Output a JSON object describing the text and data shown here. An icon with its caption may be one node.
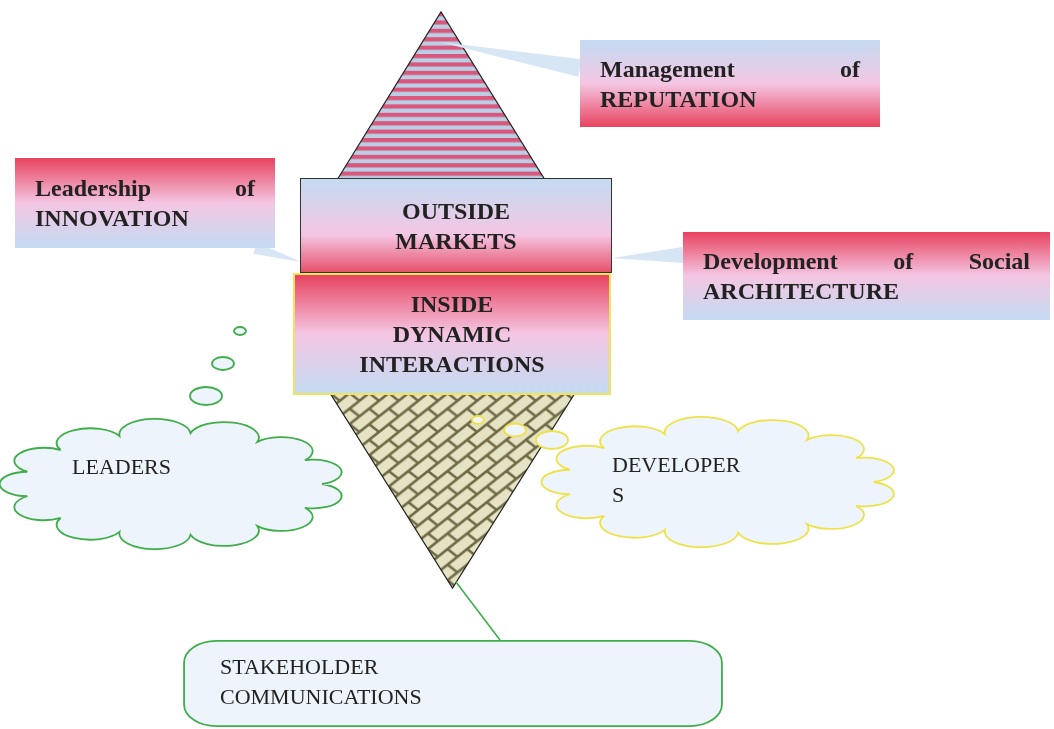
{
  "diagram": {
    "nodes": [
      {
        "text": [],
        "shape": "triangle"
      },
      {
        "text": [
          "Management of REPUTATION"
        ]
      },
      {
        "text": [
          "Leadership of INNOVATION"
        ]
      },
      {
        "text": [
          "OUTSIDE MARKETS"
        ]
      },
      {
        "text": [
          "Development of Social ARCHITECTURE"
        ]
      },
      {
        "text": [
          "INSIDE DYNAMIC INTERACTIONS"
        ]
      },
      {
        "text": [],
        "shape": "triangle"
      },
      {
        "text": [
          "LEADERS"
        ]
      },
      {
        "text": [
          "DEVELOPERS"
        ]
      },
      {
        "text": [
          "STAKEHOLDER COMMUNICATIONS"
        ]
      }
    ],
    "edges": [
      {
        "from": 1,
        "to": 0,
        "arrow": "none"
      },
      {
        "from": 2,
        "to": 3,
        "arrow": "none"
      },
      {
        "from": 4,
        "to": 3,
        "arrow": "none"
      },
      {
        "from": 7,
        "to": 5,
        "arrow": "none"
      },
      {
        "from": 8,
        "to": 6,
        "arrow": "none"
      },
      {
        "from": 9,
        "to": 6,
        "arrow": "none"
      }
    ]
  }
}
